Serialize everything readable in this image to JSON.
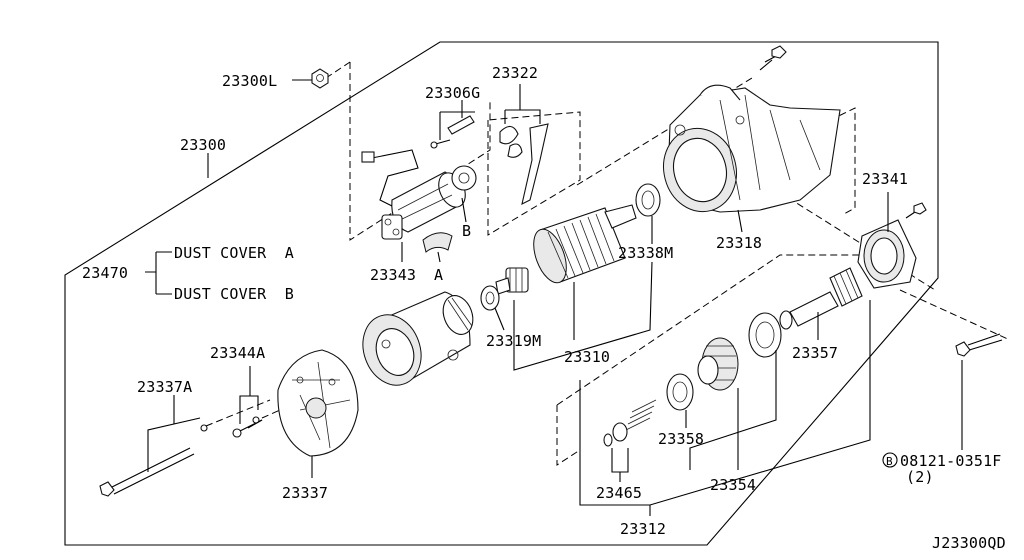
{
  "labels": {
    "p23300L": "23300L",
    "p23306G": "23306G",
    "p23322": "23322",
    "p23300": "23300",
    "p23341": "23341",
    "p23470": "23470",
    "dust_a": "DUST COVER  A",
    "dust_b": "DUST COVER  B",
    "p23343": "23343",
    "letter_a": "A",
    "letter_b": "B",
    "p23338M": "23338M",
    "p23318": "23318",
    "p23319M": "23319M",
    "p23310": "23310",
    "p23344A": "23344A",
    "p23337A": "23337A",
    "p23357": "23357",
    "p23337": "23337",
    "p23358": "23358",
    "p23354": "23354",
    "p23465": "23465",
    "p23312": "23312",
    "bolt_code": "08121-0351F",
    "bolt_circle": "B",
    "bolt_qty": "(2)",
    "diagram_code": "J23300QD"
  }
}
